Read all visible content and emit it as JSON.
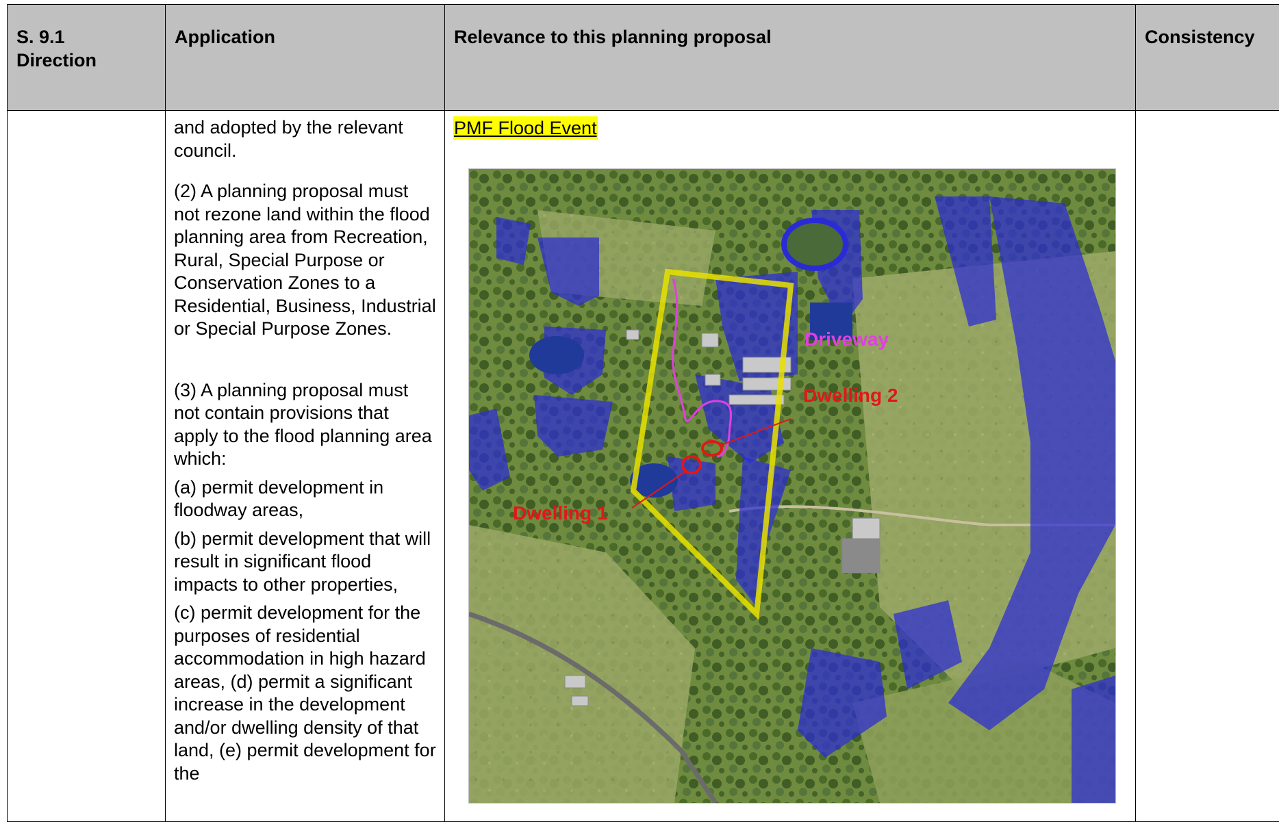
{
  "table": {
    "headers": {
      "direction": "S. 9.1 Direction",
      "application": "Application",
      "relevance": "Relevance to this planning proposal",
      "consistency": "Consistency"
    },
    "application_paragraphs": [
      "and adopted by the relevant council.",
      "(2) A planning proposal must not rezone land within the flood planning area from Recreation, Rural, Special Purpose or Conservation Zones to a Residential, Business, Industrial or Special Purpose Zones.",
      "(3) A planning proposal must not contain provisions that apply to the flood planning area which:",
      "(a) permit development in floodway areas,",
      "(b) permit development that will result in significant flood impacts to other properties,",
      "(c) permit development for the purposes of residential accommodation in high hazard areas, (d) permit a significant increase in the development and/or dwelling density of that land, (e) permit development for the"
    ],
    "relevance": {
      "map_caption": "PMF Flood Event",
      "map_labels": {
        "driveway": "Driveway",
        "dwelling_1": "Dwelling 1",
        "dwelling_2": "Dwelling 2"
      }
    }
  },
  "colors": {
    "header_bg": "#c0c0c0",
    "caption_highlight": "#ffff00",
    "flood_overlay": "#2b2bd6",
    "site_boundary": "#e8e000",
    "driveway_line": "#e040e0",
    "dwelling_marker": "#e01818",
    "aerial_base": "#7f9a4a"
  }
}
